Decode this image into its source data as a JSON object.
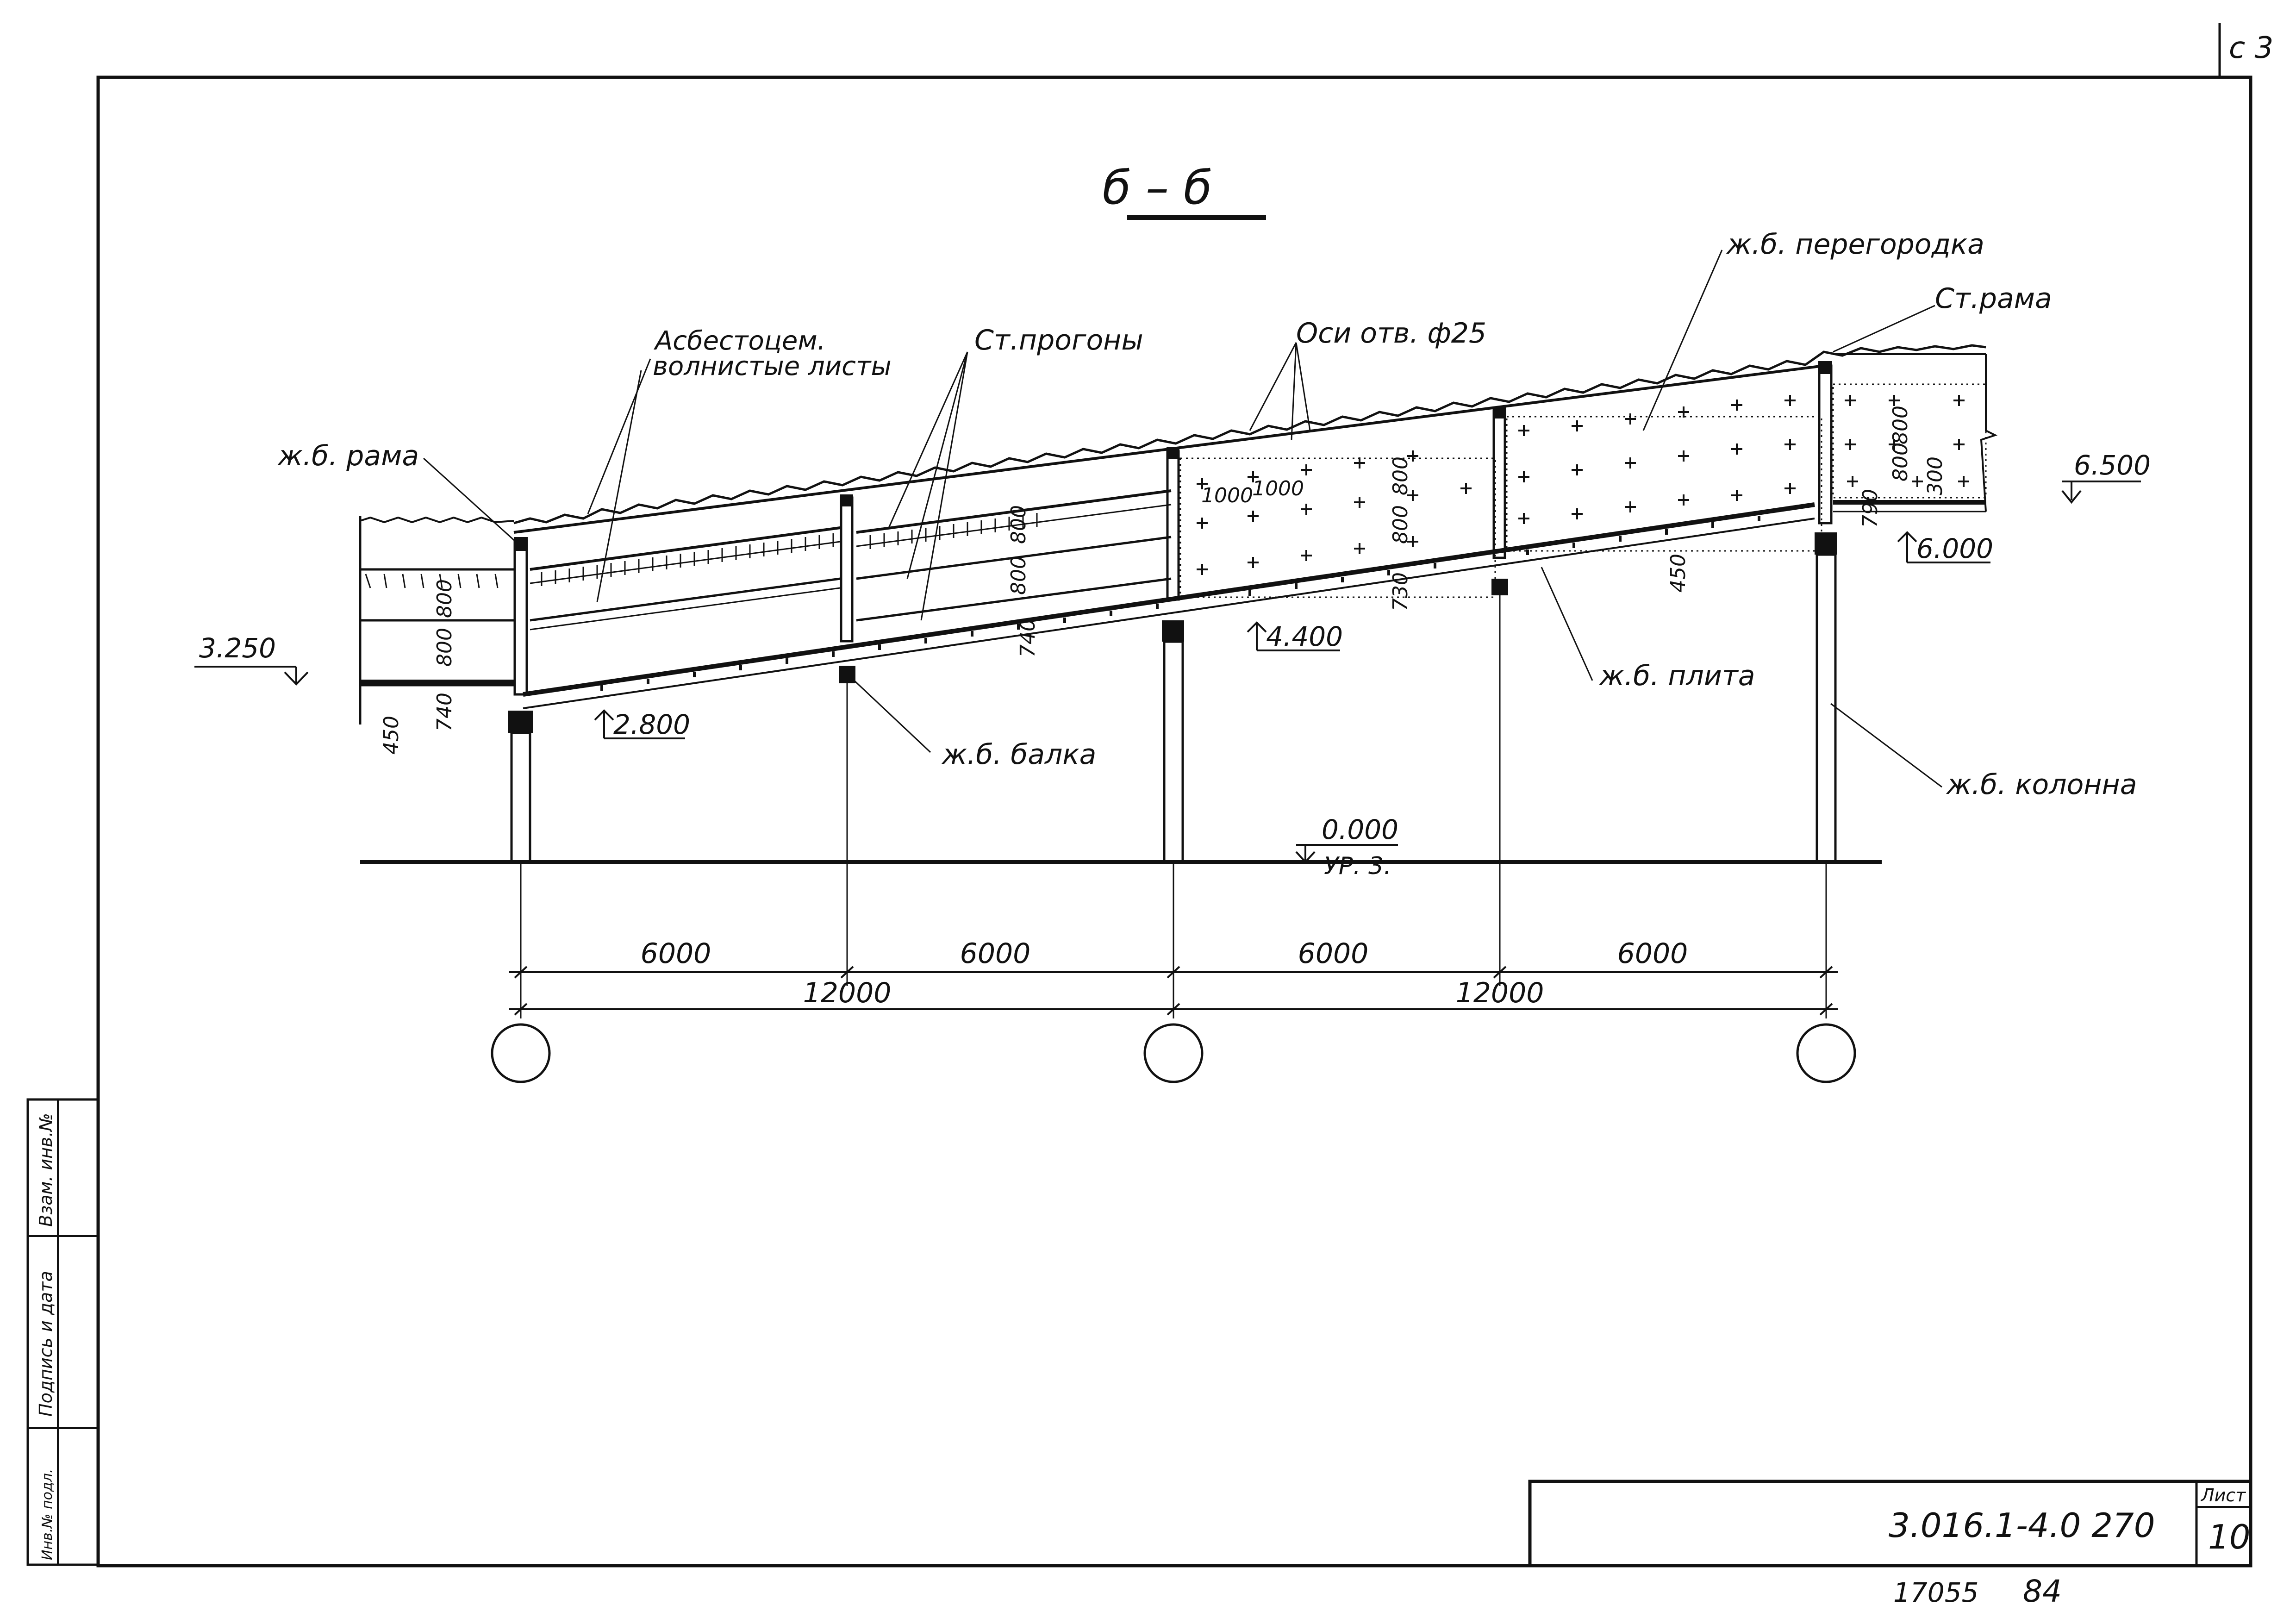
{
  "section_title": "б – б",
  "corner_mark": "с 3",
  "labels": {
    "asbestos_line1": "Асбестоцем.",
    "asbestos_line2": "волнистые листы",
    "steel_purlins": "Ст.прогоны",
    "hole_axes": "Оси отв. ф25",
    "rc_partition": "ж.б. перегородка",
    "steel_frame": "Ст.рама",
    "rc_frame": "ж.б. рама",
    "rc_beam": "ж.б. балка",
    "rc_slab": "ж.б. плита",
    "rc_column": "ж.б. колонна"
  },
  "elevations": {
    "e3250": "3.250",
    "e2800": "2.800",
    "e4400": "4.400",
    "e6500": "6.500",
    "e6000": "6.000",
    "e0000": "0.000",
    "level_note": "УР. 3."
  },
  "small_dims": {
    "d450_left": "450",
    "d740_left": "740",
    "d800_left_a": "800",
    "d800_left_b": "800",
    "d800_mid_a": "800",
    "d800_mid_b": "800",
    "d740_mid": "740",
    "d1000_a": "1000",
    "d1000_b": "1000",
    "d800_right_a": "800",
    "d800_right_b": "800",
    "d730": "730",
    "d450_right": "450",
    "d790": "790",
    "d800_far_a": "800",
    "d800_far_b": "800",
    "d300": "300"
  },
  "spans": {
    "s1": "6000",
    "s2": "6000",
    "s3": "6000",
    "s4": "6000",
    "big1": "12000",
    "big2": "12000"
  },
  "side_stamp": {
    "c1": "Инв.№ подл.",
    "c2": "Подпись и дата",
    "c3": "Взам. инв.№"
  },
  "title_block": {
    "code": "3.016.1-4.0  270",
    "sheet_label": "Лист",
    "sheet_no": "10"
  },
  "footer": {
    "left": "17055",
    "right": "84"
  }
}
